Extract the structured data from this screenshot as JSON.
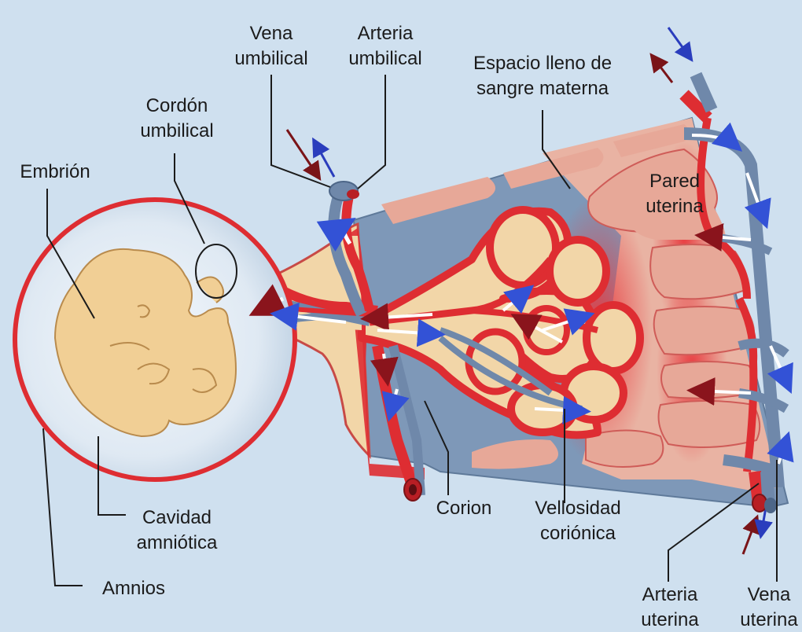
{
  "labels": {
    "vena_umbilical": [
      "Vena",
      "umbilical"
    ],
    "arteria_umbilical": [
      "Arteria",
      "umbilical"
    ],
    "espacio": [
      "Espacio lleno de",
      "sangre materna"
    ],
    "cordon": [
      "Cordón",
      "umbilical"
    ],
    "embrion": [
      "Embrión"
    ],
    "pared": [
      "Pared",
      "uterina"
    ],
    "corion": [
      "Corion"
    ],
    "vellosidad": [
      "Vellosidad",
      "coriónica"
    ],
    "cavidad": [
      "Cavidad",
      "amniótica"
    ],
    "amnios": [
      "Amnios"
    ],
    "arteria_uterina": [
      "Arteria",
      "uterina"
    ],
    "vena_uterina": [
      "Vena",
      "uterina"
    ]
  },
  "colors": {
    "background": "#cfe0ef",
    "blood_space": "#7e98b8",
    "wall": "#e7a898",
    "artery": "#de2d32",
    "vein": "#6f88aa",
    "villus_fill": "#f2d6a8",
    "embryo": "#f1cf95",
    "arrow_maternal_in": "#7a1418",
    "arrow_fetal_out": "#2a3dbd"
  }
}
